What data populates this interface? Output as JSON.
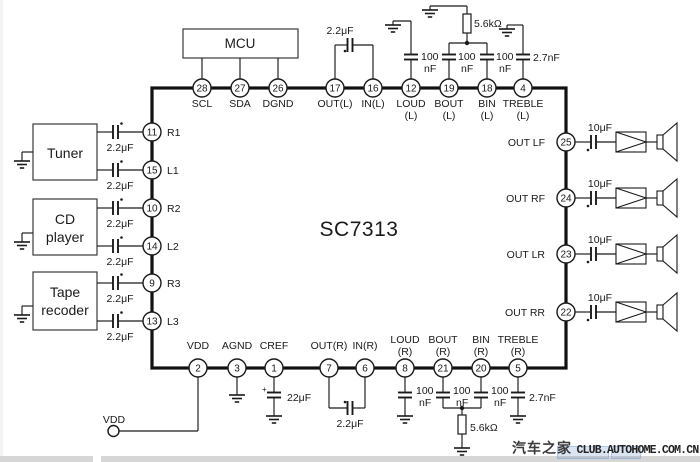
{
  "ic": {
    "name": "SC7313",
    "top_pins": [
      {
        "num": "28",
        "label": "SCL"
      },
      {
        "num": "27",
        "label": "SDA"
      },
      {
        "num": "26",
        "label": "DGND"
      },
      {
        "num": "17",
        "label": "OUT(L)"
      },
      {
        "num": "16",
        "label": "IN(L)"
      },
      {
        "num": "12",
        "label": "LOUD",
        "label2": "(L)"
      },
      {
        "num": "19",
        "label": "BOUT",
        "label2": "(L)"
      },
      {
        "num": "18",
        "label": "BIN",
        "label2": "(L)"
      },
      {
        "num": "4",
        "label": "TREBLE",
        "label2": "(L)"
      }
    ],
    "bottom_pins": [
      {
        "num": "2",
        "label": "VDD"
      },
      {
        "num": "3",
        "label": "AGND"
      },
      {
        "num": "1",
        "label": "CREF"
      },
      {
        "num": "7",
        "label": "OUT(R)"
      },
      {
        "num": "6",
        "label": "IN(R)"
      },
      {
        "num": "8",
        "label": "LOUD",
        "label2": "(R)"
      },
      {
        "num": "21",
        "label": "BOUT",
        "label2": "(R)"
      },
      {
        "num": "20",
        "label": "BIN",
        "label2": "(R)"
      },
      {
        "num": "5",
        "label": "TREBLE",
        "label2": "(R)"
      }
    ],
    "left_pins": [
      {
        "num": "11",
        "label": "R1"
      },
      {
        "num": "15",
        "label": "L1"
      },
      {
        "num": "10",
        "label": "R2"
      },
      {
        "num": "14",
        "label": "L2"
      },
      {
        "num": "9",
        "label": "R3"
      },
      {
        "num": "13",
        "label": "L3"
      }
    ],
    "right_pins": [
      {
        "num": "25",
        "label": "OUT LF"
      },
      {
        "num": "24",
        "label": "OUT RF"
      },
      {
        "num": "23",
        "label": "OUT LR"
      },
      {
        "num": "22",
        "label": "OUT RR"
      }
    ]
  },
  "blocks": {
    "mcu": "MCU",
    "tuner": "Tuner",
    "cd_line1": "CD",
    "cd_line2": "player",
    "tape_line1": "Tape",
    "tape_line2": "recoder"
  },
  "values": {
    "cap_input": "2.2μF",
    "cap_100": "100",
    "unit_nf": "nF",
    "cap_treble": "2.7nF",
    "cap_out": "10μF",
    "cap_ref": "22μF",
    "res_bias": "5.6kΩ",
    "vdd_label": "VDD",
    "plus": "+"
  },
  "watermark": {
    "site": "汽车之家",
    "domain": "CLUB.AUTOHOME.COM.CN"
  },
  "colors": {
    "ink": "#1a1a1a",
    "watermark_highlight": "#7da0d2"
  }
}
